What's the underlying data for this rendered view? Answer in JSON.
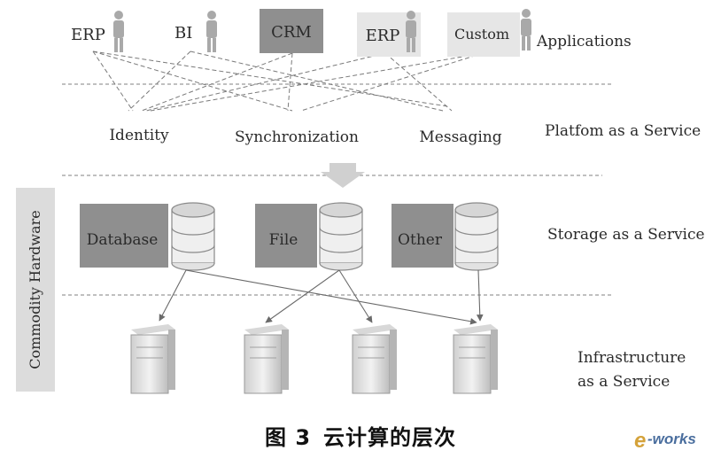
{
  "applications": [
    {
      "label": "ERP",
      "style": "person"
    },
    {
      "label": "BI",
      "style": "person"
    },
    {
      "label": "CRM",
      "style": "box"
    },
    {
      "label": "ERP",
      "style": "light-box"
    },
    {
      "label": "Custom",
      "style": "light-box"
    }
  ],
  "services": [
    "Identity",
    "Synchronization",
    "Messaging"
  ],
  "storage": [
    "Database",
    "File",
    "Other"
  ],
  "layers": {
    "applications": "Applications",
    "paas": "Platfom as a Service",
    "storage": "Storage as a Service",
    "infrastructure_line1": "Infrastructure",
    "infrastructure_line2": "as a Service"
  },
  "side_label": "Commodity Hardware",
  "caption": {
    "figure": "图 3",
    "title": "云计算的层次"
  },
  "watermark": {
    "prefix": "e",
    "suffix": "-works"
  },
  "colors": {
    "dark_box": "#8a8a8a",
    "light_box": "#e4e4e4",
    "line": "#6a6a6a",
    "watermark": "#d4a23a"
  }
}
